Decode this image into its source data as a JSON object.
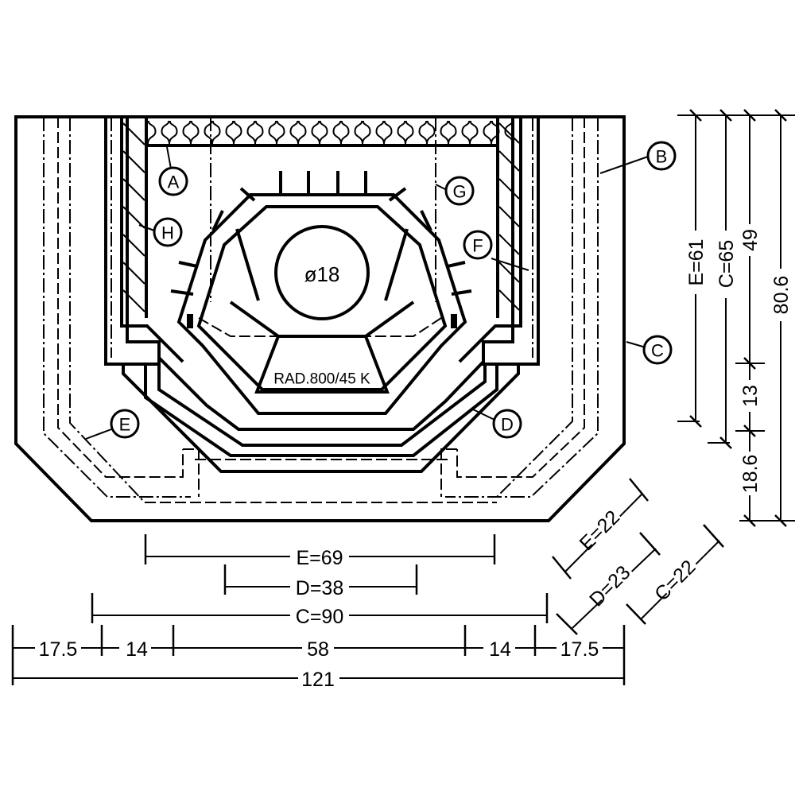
{
  "drawing": {
    "type": "cross-section technical drawing",
    "pipe_label": "ø18",
    "segment_label": "RAD.800/45 K",
    "callouts": [
      {
        "id": "A",
        "label": "A"
      },
      {
        "id": "B",
        "label": "B"
      },
      {
        "id": "C",
        "label": "C"
      },
      {
        "id": "D",
        "label": "D"
      },
      {
        "id": "E",
        "label": "E"
      },
      {
        "id": "F",
        "label": "F"
      },
      {
        "id": "G",
        "label": "G"
      },
      {
        "id": "H",
        "label": "H"
      }
    ]
  },
  "dimensions": {
    "horizontal": {
      "e_width": "E=69",
      "d_width": "D=38",
      "c_width": "C=90",
      "chain": [
        "17.5",
        "14",
        "58",
        "14",
        "17.5"
      ],
      "total": "121"
    },
    "vertical": {
      "e_height": "E=61",
      "c_height": "C=65",
      "upper": "49",
      "middle": "13",
      "lower": "18.6",
      "total": "80.6"
    },
    "diagonal": {
      "e_diag": "E=22",
      "d_diag": "D=23",
      "c_diag": "C=22"
    }
  },
  "colors": {
    "ink": "#000000",
    "paper": "#ffffff"
  }
}
